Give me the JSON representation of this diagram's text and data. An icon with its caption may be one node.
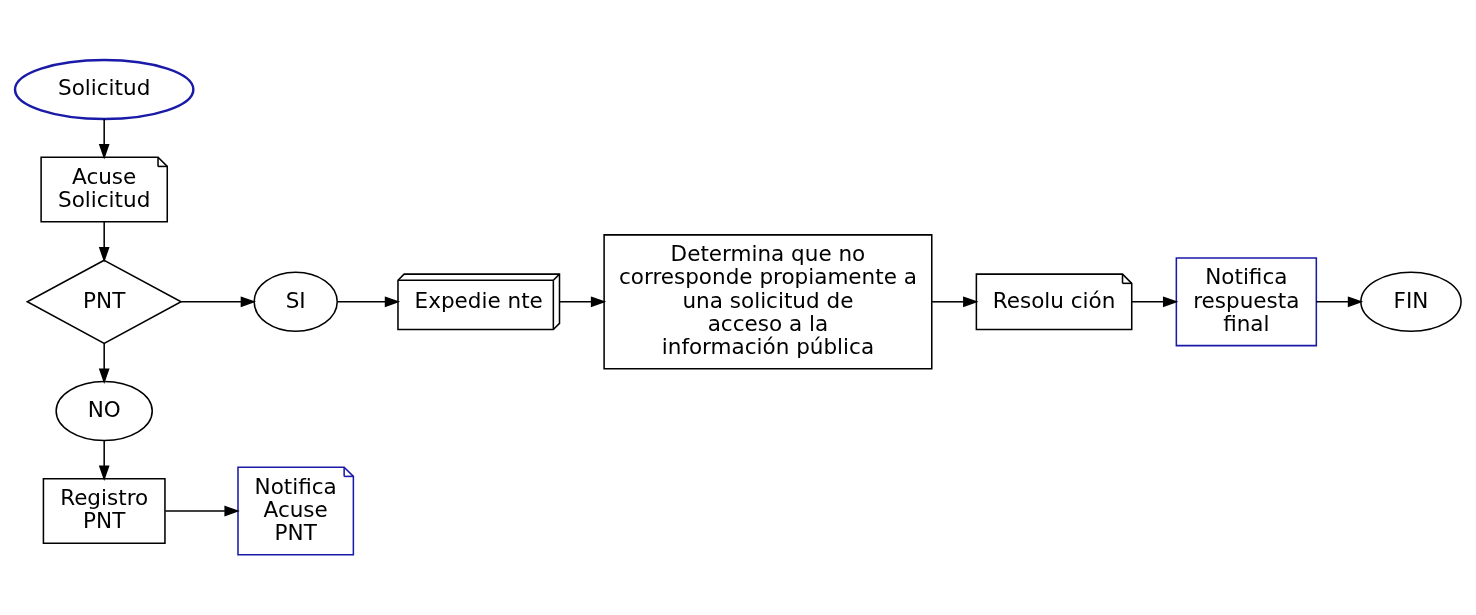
{
  "diagram": {
    "nodes": [
      {
        "text": [
          "Solicitud"
        ]
      },
      {
        "text": [
          "Acuse Solicitud"
        ]
      },
      {
        "text": [
          "PNT"
        ]
      },
      {
        "text": [
          "SI"
        ]
      },
      {
        "text": [
          "NO"
        ]
      },
      {
        "text": [
          "Registro PNT"
        ]
      },
      {
        "text": [
          "Notifica Acuse PNT"
        ]
      },
      {
        "text": [
          "Expedie nte"
        ]
      },
      {
        "text": [
          "Determina que no corresponde propiamente a una solicitud de acceso a la información pública"
        ]
      },
      {
        "text": [
          "Resolu ción"
        ]
      },
      {
        "text": [
          "Notifica respuesta final"
        ]
      },
      {
        "text": [
          "FIN"
        ]
      }
    ],
    "edges": [
      {
        "from": 0,
        "to": 1,
        "arrow": "to"
      },
      {
        "from": 1,
        "to": 2,
        "arrow": "to"
      },
      {
        "from": 2,
        "to": 3,
        "arrow": "to"
      },
      {
        "from": 2,
        "to": 4,
        "arrow": "to"
      },
      {
        "from": 4,
        "to": 5,
        "arrow": "to"
      },
      {
        "from": 5,
        "to": 6,
        "arrow": "to"
      },
      {
        "from": 3,
        "to": 7,
        "arrow": "to"
      },
      {
        "from": 7,
        "to": 8,
        "arrow": "to"
      },
      {
        "from": 8,
        "to": 9,
        "arrow": "to"
      },
      {
        "from": 9,
        "to": 10,
        "arrow": "to"
      },
      {
        "from": 10,
        "to": 11,
        "arrow": "to"
      }
    ]
  }
}
